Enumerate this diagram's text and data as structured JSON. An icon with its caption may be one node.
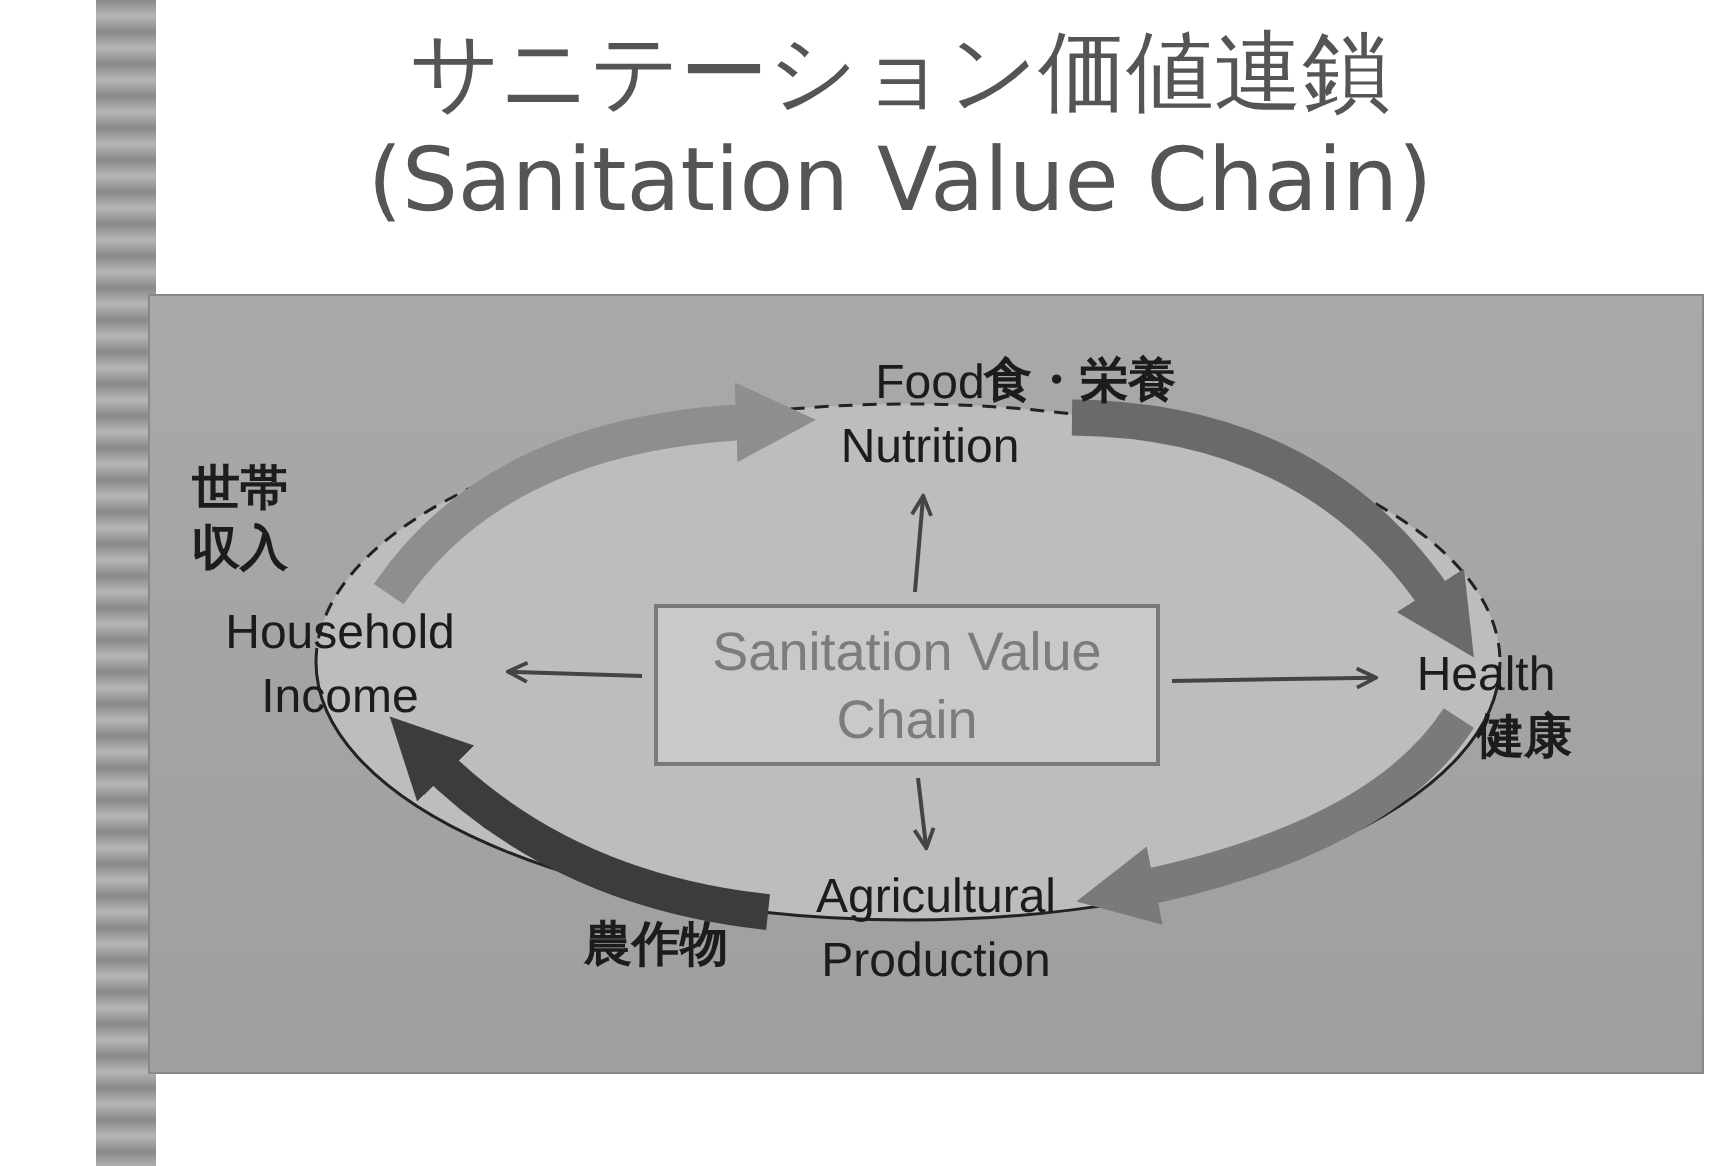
{
  "diagram": {
    "title": "サニテーション価値連鎖 (Sanitation Value Chain)",
    "nodes": [
      {
        "text": [
          "Food",
          "Nutrition"
        ],
        "beside": [
          "食・栄養"
        ]
      },
      {
        "text": [
          "Health"
        ],
        "beside": [
          "健康"
        ]
      },
      {
        "text": [
          "Agricultural Production"
        ],
        "beside": [
          "農作物"
        ]
      },
      {
        "text": [
          "Household Income"
        ],
        "beside": [
          "世帯収入"
        ]
      },
      {
        "text": [
          "Sanitation Value Chain"
        ]
      }
    ],
    "edges": [
      {
        "from": 4,
        "to": 0,
        "arrow": "to"
      },
      {
        "from": 4,
        "to": 1,
        "arrow": "to"
      },
      {
        "from": 4,
        "to": 2,
        "arrow": "to"
      },
      {
        "from": 4,
        "to": 3,
        "arrow": "to"
      },
      {
        "from": 3,
        "to": 0,
        "arrow": "to",
        "style": "thick",
        "color": "#8e8e8e"
      },
      {
        "from": 0,
        "to": 1,
        "arrow": "to",
        "style": "thick",
        "color": "#6a6a6a"
      },
      {
        "from": 1,
        "to": 2,
        "arrow": "to",
        "style": "thick",
        "color": "#7a7a7a"
      },
      {
        "from": 2,
        "to": 3,
        "arrow": "to",
        "style": "thick",
        "color": "#3c3c3c"
      }
    ]
  }
}
